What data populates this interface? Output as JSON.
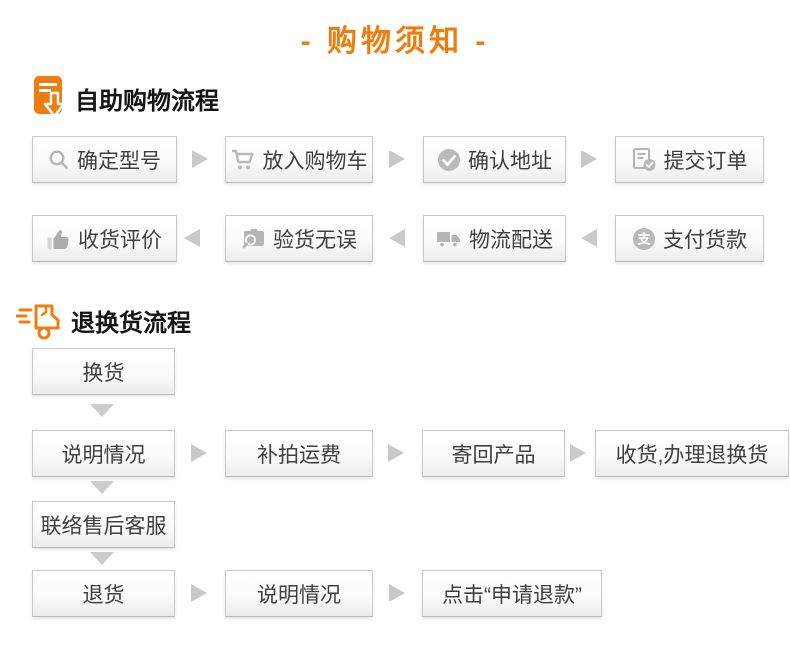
{
  "title": "- 购物须知 -",
  "colors": {
    "accent_orange": "#ef7c0c",
    "box_border": "#c9c9c9",
    "box_text": "#3f3f3f",
    "arrow_gray": "#c9c9c9",
    "icon_gray": "#b5b5b5"
  },
  "shopping_flow": {
    "heading": "自助购物流程",
    "heading_icon": "order-note-icon",
    "forward_steps": [
      {
        "icon": "search-icon",
        "label": "确定型号"
      },
      {
        "icon": "cart-icon",
        "label": "放入购物车"
      },
      {
        "icon": "check-circle-icon",
        "label": "确认地址"
      },
      {
        "icon": "order-submit-icon",
        "label": "提交订单"
      }
    ],
    "backward_steps": [
      {
        "icon": "thumbs-up-icon",
        "label": "收货评价"
      },
      {
        "icon": "inspect-icon",
        "label": "验货无误"
      },
      {
        "icon": "truck-icon",
        "label": "物流配送"
      },
      {
        "icon": "alipay-icon",
        "label": "支付货款"
      }
    ]
  },
  "return_flow": {
    "heading": "退换货流程",
    "heading_icon": "fast-delivery-icon",
    "exchange_entry": "换货",
    "exchange_steps": [
      "说明情况",
      "补拍运费",
      "寄回产品",
      "收货,办理退换货"
    ],
    "contact_step": "联络售后客服",
    "refund_steps": [
      "退货",
      "说明情况",
      "点击“申请退款”"
    ]
  }
}
